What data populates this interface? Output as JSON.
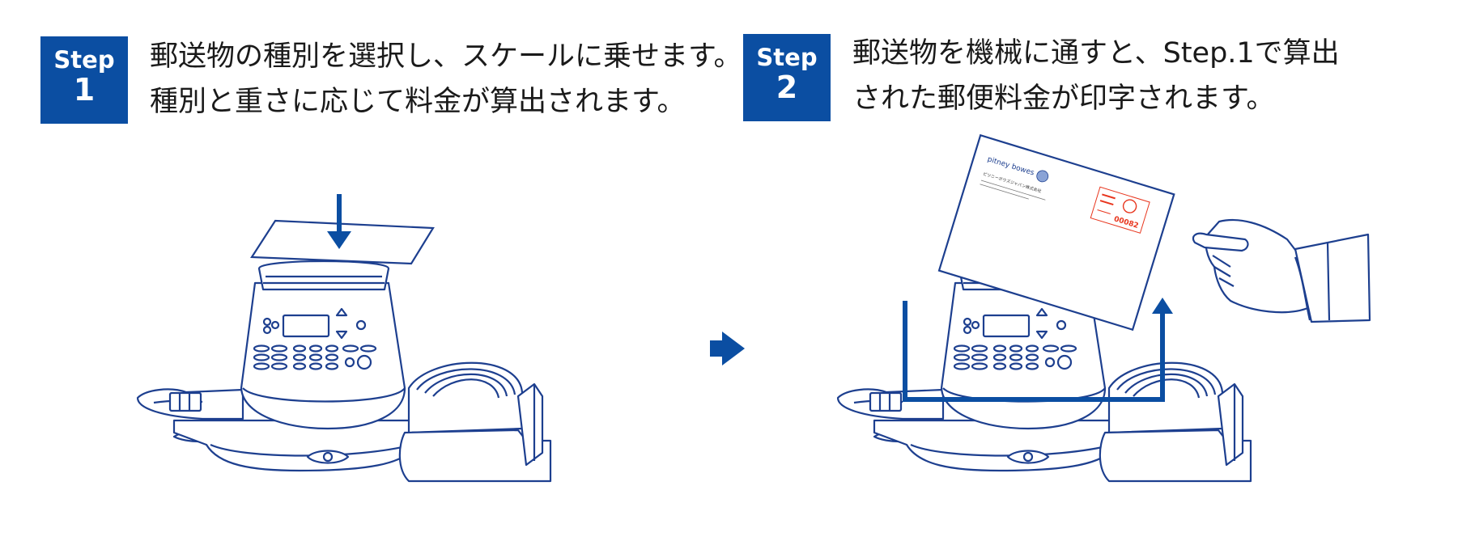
{
  "step1": {
    "badge_word": "Step",
    "badge_num": "1",
    "line1": "郵送物の種別を選択し、スケールに乗せます。",
    "line2": "種別と重さに応じて料金が算出されます。"
  },
  "step2": {
    "badge_word": "Step",
    "badge_num": "2",
    "line1": "郵送物を機械に通すと、Step.1で算出",
    "line2": "された郵便料金が印字されます。"
  },
  "envelope": {
    "brand": "pitney bowes",
    "company": "ピツニーボウズジャパン株式会社",
    "stamp_number": "00082"
  },
  "colors": {
    "accent": "#0b4ea2",
    "line": "#1d3f8f",
    "stamp": "#e8361e"
  },
  "icons": {
    "transition": "arrow-right-icon",
    "drop": "arrow-down-icon",
    "feed": "arrow-up-icon"
  }
}
